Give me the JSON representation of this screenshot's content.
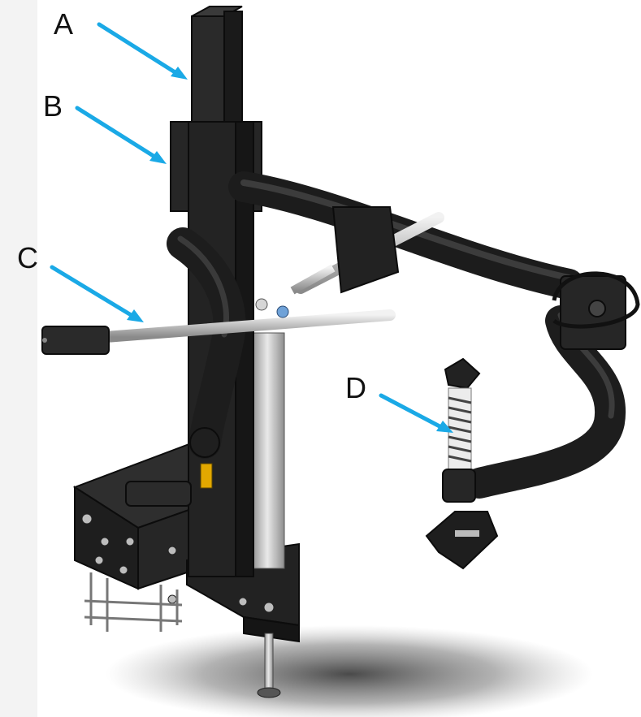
{
  "callouts": {
    "a": "A",
    "b": "B",
    "c": "C",
    "d": "D"
  },
  "colors": {
    "arrow": "#1aa9e6",
    "machine": "#262626",
    "machine_edge": "#0c0c0c",
    "steel": "#c9c9c9",
    "background": "#ffffff",
    "left_strip": "#f3f3f3"
  }
}
